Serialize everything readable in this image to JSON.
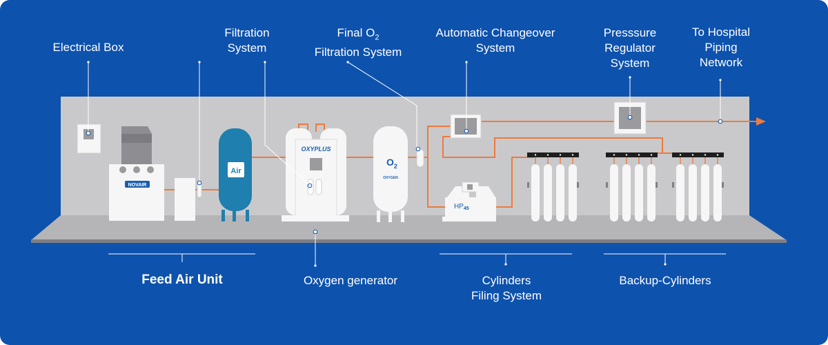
{
  "labels": {
    "electrical_box": "Electrical Box",
    "filtration_system": "Filtration\nSystem",
    "final_o2_prefix": "Final O",
    "final_o2_sub": "2",
    "final_o2_suffix": "Filtration System",
    "automatic_changeover": "Automatic Changeover\nSystem",
    "pressure_regulator": "Presssure\nRegulator\nSystem",
    "hospital_network": "To Hospital\nPiping\nNetwork",
    "feed_air_unit": "Feed Air Unit",
    "oxygen_generator": "Oxygen generator",
    "cylinders_filing": "Cylinders\nFiling System",
    "backup_cylinders": "Backup-Cylinders"
  },
  "equipment_text": {
    "novair": "NOVAIR",
    "air_tank": "Air",
    "oxyplus": "OXYPLUS",
    "o2_main": "O",
    "o2_sub": "2",
    "oxygen_small": "OXYGEN",
    "hp_main": "HP",
    "hp_sub": "45"
  },
  "colors": {
    "background": "#0d52ad",
    "wall": "#c9c9cb",
    "floor": "#b5b5b8",
    "pipe": "#ee7a3c",
    "equipment": "#f6f6f6",
    "tank": "#1f7fae",
    "text": "#ffffff"
  }
}
